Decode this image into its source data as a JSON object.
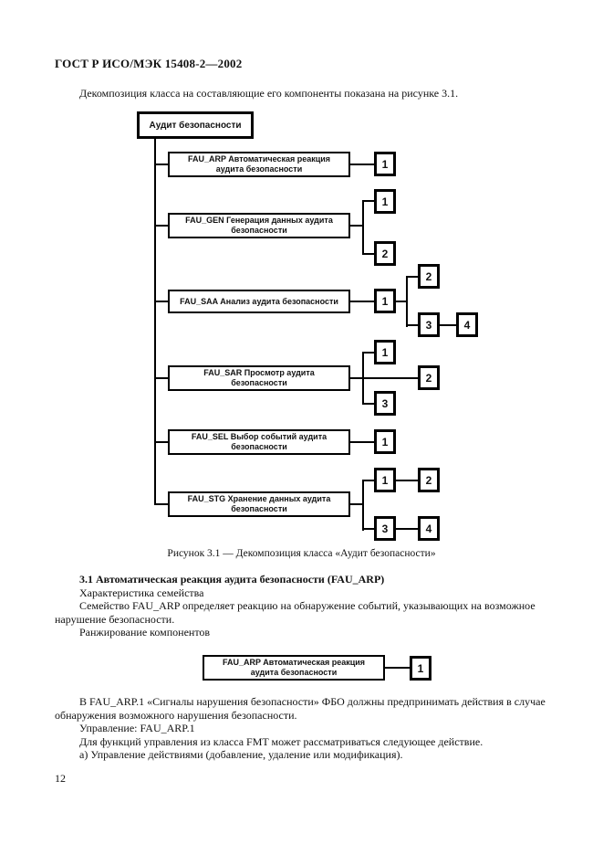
{
  "header": {
    "title": "ГОСТ Р ИСО/МЭК 15408-2—2002"
  },
  "intro": "Декомпозиция класса на составляющие его компоненты показана на рисунке 3.1.",
  "figure": {
    "class_box": "Аудит безопасности",
    "caption": "Рисунок 3.1 — Декомпозиция класса «Аудит безопасности»",
    "families": [
      {
        "label": "FAU_ARP Автоматическая реакция аудита безопасности",
        "components": [
          "1"
        ]
      },
      {
        "label": "FAU_GEN Генерация данных аудита безопасности",
        "components": [
          "1",
          "2"
        ]
      },
      {
        "label": "FAU_SAA Анализ аудита безопасности",
        "components": [
          "1",
          "2",
          "3",
          "4"
        ]
      },
      {
        "label": "FAU_SAR Просмотр аудита безопасности",
        "components": [
          "1",
          "2",
          "3"
        ]
      },
      {
        "label": "FAU_SEL Выбор событий аудита безопасности",
        "components": [
          "1"
        ]
      },
      {
        "label": "FAU_STG Хранение данных аудита безопасности",
        "components": [
          "1",
          "2",
          "3",
          "4"
        ]
      }
    ]
  },
  "section": {
    "heading": "3.1 Автоматическая реакция аудита безопасности (FAU_ARP)",
    "characteristics_label": "Характеристика семейства",
    "description": "Семейство FAU_ARP определяет реакцию на обнаружение событий, указывающих на возможное нарушение безопасности.",
    "ranking_label": "Ранжирование компонентов",
    "ranking_box_label": "FAU_ARP Автоматическая реакция аудита безопасности",
    "ranking_component": "1",
    "paragraphs": [
      "В FAU_ARP.1 «Сигналы нарушения безопасности» ФБО должны предпринимать действия в случае обнаружения возможного нарушения безопасности.",
      "Управление: FAU_ARP.1",
      "Для функций управления из класса FMT может рассматриваться следующее действие.",
      "а) Управление действиями (добавление, удаление или модификация)."
    ]
  },
  "footer": {
    "page_number": "12"
  },
  "colors": {
    "ink": "#000000",
    "paper": "#ffffff"
  }
}
